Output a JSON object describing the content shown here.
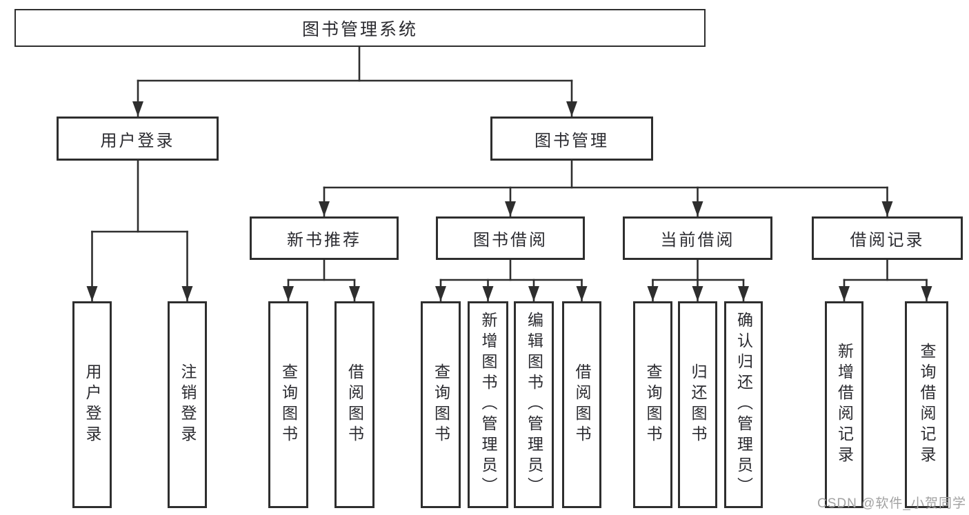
{
  "diagram": {
    "title": "图书管理系统",
    "level1": [
      {
        "label": "用户登录"
      },
      {
        "label": "图书管理"
      }
    ],
    "level2": [
      {
        "label": "新书推荐",
        "parent": "图书管理"
      },
      {
        "label": "图书借阅",
        "parent": "图书管理"
      },
      {
        "label": "当前借阅",
        "parent": "图书管理"
      },
      {
        "label": "借阅记录",
        "parent": "图书管理"
      }
    ],
    "leaves": [
      {
        "label": "用户登录",
        "parent": "用户登录"
      },
      {
        "label": "注销登录",
        "parent": "用户登录"
      },
      {
        "label": "查询图书",
        "parent": "新书推荐"
      },
      {
        "label": "借阅图书",
        "parent": "新书推荐"
      },
      {
        "label": "查询图书",
        "parent": "图书借阅"
      },
      {
        "label": "新增图书（管理员）",
        "parent": "图书借阅"
      },
      {
        "label": "编辑图书（管理员）",
        "parent": "图书借阅"
      },
      {
        "label": "借阅图书",
        "parent": "图书借阅"
      },
      {
        "label": "查询图书",
        "parent": "当前借阅"
      },
      {
        "label": "归还图书",
        "parent": "当前借阅"
      },
      {
        "label": "确认归还（管理员）",
        "parent": "当前借阅"
      },
      {
        "label": "新增借阅记录",
        "parent": "借阅记录"
      },
      {
        "label": "查询借阅记录",
        "parent": "借阅记录"
      }
    ],
    "colors": {
      "line": "#2e2e2e",
      "text": "#2b2b30",
      "background": "#ffffff",
      "watermark": "#a2a2a2"
    }
  },
  "watermark": {
    "text": "CSDN @软件_小贺同学"
  }
}
